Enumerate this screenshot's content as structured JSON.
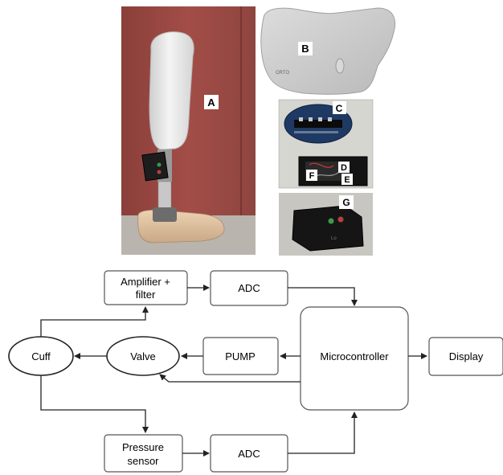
{
  "photo_labels": {
    "a": "A",
    "b": "B",
    "c": "C",
    "d": "D",
    "e": "E",
    "f": "F",
    "g": "G"
  },
  "diagram": {
    "amplifier_line1": "Amplifier +",
    "amplifier_line2": "filter",
    "adc_top": "ADC",
    "cuff": "Cuff",
    "valve": "Valve",
    "pump": "PUMP",
    "microcontroller": "Microcontroller",
    "display": "Display",
    "pressure_line1": "Pressure",
    "pressure_line2": "sensor",
    "adc_bottom": "ADC"
  }
}
